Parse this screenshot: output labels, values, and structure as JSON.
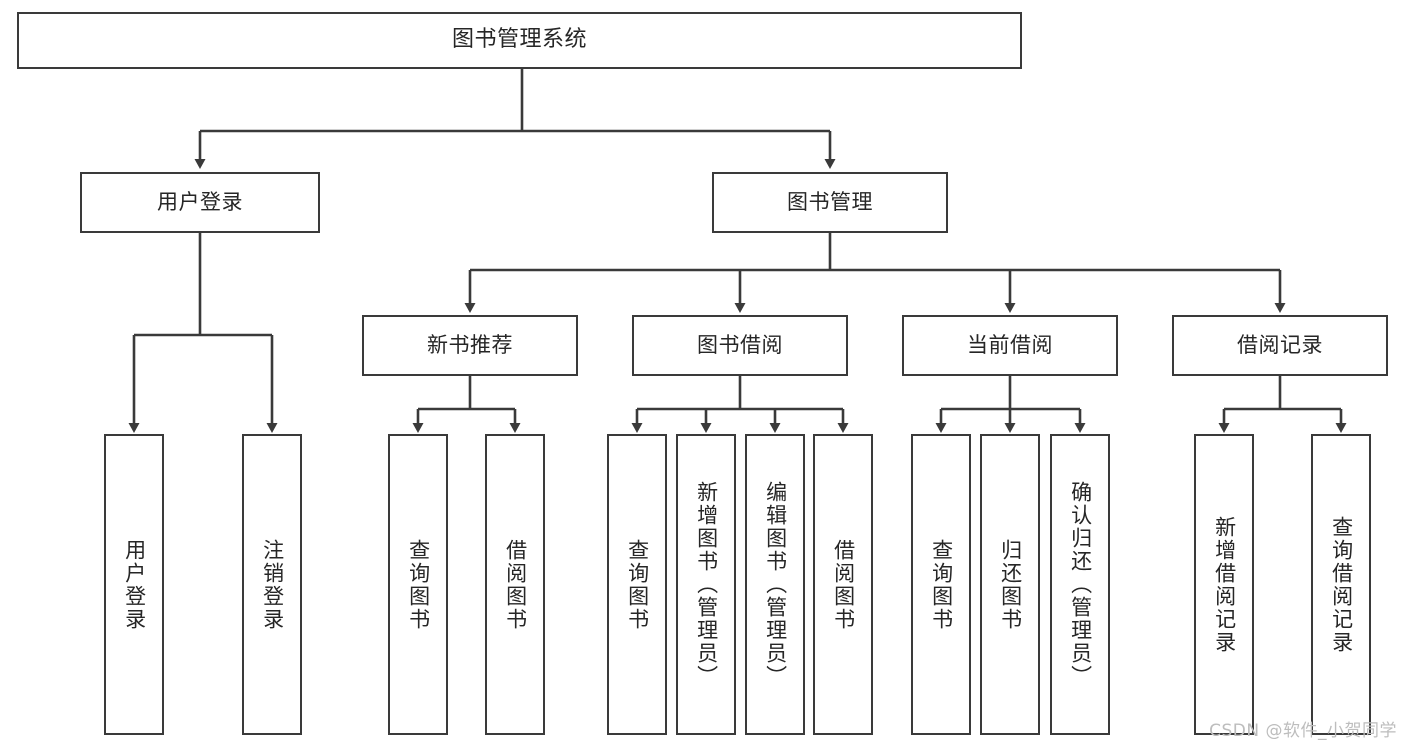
{
  "diagram": {
    "title": "图书管理系统",
    "type": "tree",
    "orientation": "top-down",
    "colors": {
      "box_border": "#3a3a3a",
      "box_fill": "#ffffff",
      "connector": "#3a3a3a",
      "text": "#262626",
      "watermark": "#bdbdbd",
      "background": "#ffffff"
    }
  },
  "root": {
    "label": "图书管理系统"
  },
  "level2": [
    {
      "label": "用户登录"
    },
    {
      "label": "图书管理"
    }
  ],
  "level3": [
    {
      "label": "新书推荐"
    },
    {
      "label": "图书借阅"
    },
    {
      "label": "当前借阅"
    },
    {
      "label": "借阅记录"
    }
  ],
  "leaves": {
    "user_login": [
      {
        "label": "用户登录"
      },
      {
        "label": "注销登录"
      }
    ],
    "new_book_recommend": [
      {
        "label": "查询图书"
      },
      {
        "label": "借阅图书"
      }
    ],
    "book_borrow": [
      {
        "label": "查询图书"
      },
      {
        "label": "新增图书（管理员）"
      },
      {
        "label": "编辑图书（管理员）"
      },
      {
        "label": "借阅图书"
      }
    ],
    "current_borrow": [
      {
        "label": "查询图书"
      },
      {
        "label": "归还图书"
      },
      {
        "label": "确认归还（管理员）"
      }
    ],
    "borrow_record": [
      {
        "label": "新增借阅记录"
      },
      {
        "label": "查询借阅记录"
      }
    ]
  },
  "watermark": {
    "text": "CSDN @软件_小贺同学"
  }
}
